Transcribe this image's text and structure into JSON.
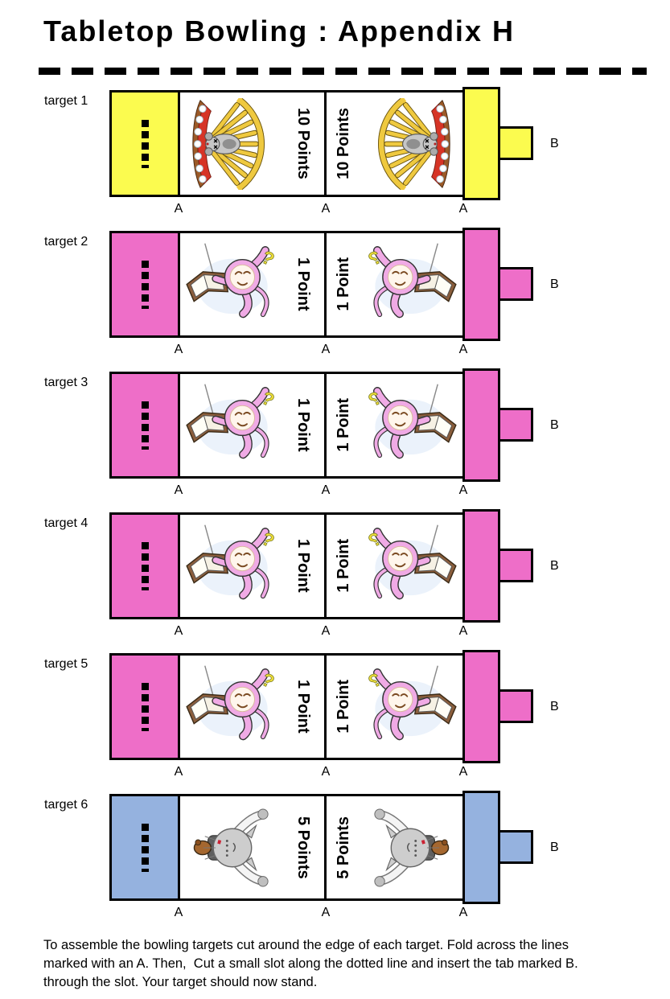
{
  "page": {
    "title": "Tabletop Bowling : Appendix H",
    "instructions": "To assemble the bowling targets cut around the edge of each target. Fold across the lines\nmarked with an A. Then,  Cut a small slot along the dotted line and insert the tab marked B.\nthrough the slot. Your target should now stand."
  },
  "labels": {
    "fold": "A",
    "tab": "B"
  },
  "colors": {
    "yellow": "#FBFB4F",
    "pink": "#EE6EC8",
    "blue": "#95B2DF",
    "outline": "#000000"
  },
  "targets": [
    {
      "label": "target 1",
      "points": "10 Points",
      "color": "#FBFB4F",
      "character": "mouse-with-golden-fan"
    },
    {
      "label": "target 2",
      "points": "1 Point",
      "color": "#EE6EC8",
      "character": "pink-monkey-reading-book"
    },
    {
      "label": "target 3",
      "points": "1 Point",
      "color": "#EE6EC8",
      "character": "pink-monkey-reading-book"
    },
    {
      "label": "target 4",
      "points": "1 Point",
      "color": "#EE6EC8",
      "character": "pink-monkey-reading-book"
    },
    {
      "label": "target 5",
      "points": "1 Point",
      "color": "#EE6EC8",
      "character": "pink-monkey-reading-book"
    },
    {
      "label": "target 6",
      "points": "5 Points",
      "color": "#95B2DF",
      "character": "gray-cat"
    }
  ]
}
